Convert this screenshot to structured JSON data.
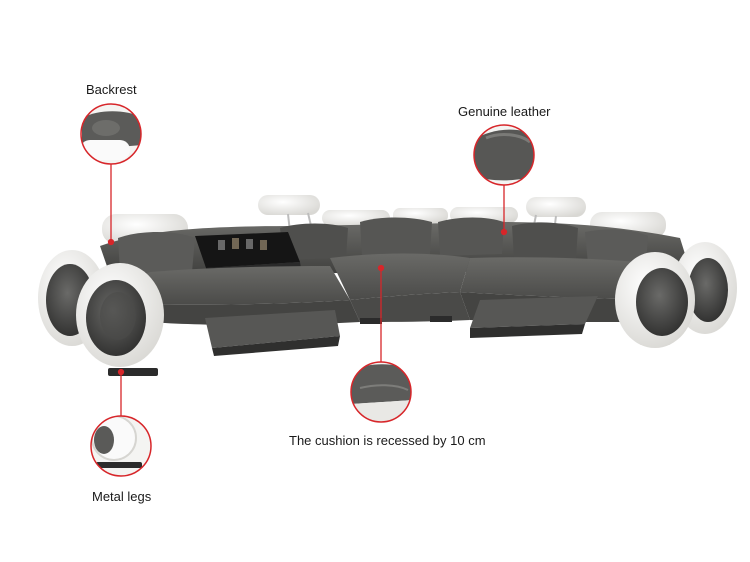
{
  "callouts": {
    "backrest": "Backrest",
    "genuine_leather": "Genuine leather",
    "cushion": "The cushion is recessed by 10 cm",
    "metal_legs": "Metal legs"
  },
  "colors": {
    "leather_dark": "#5a5a58",
    "leather_white": "#f2f1ee",
    "callout_red": "#d7262a",
    "legs": "#2b2b2b"
  }
}
